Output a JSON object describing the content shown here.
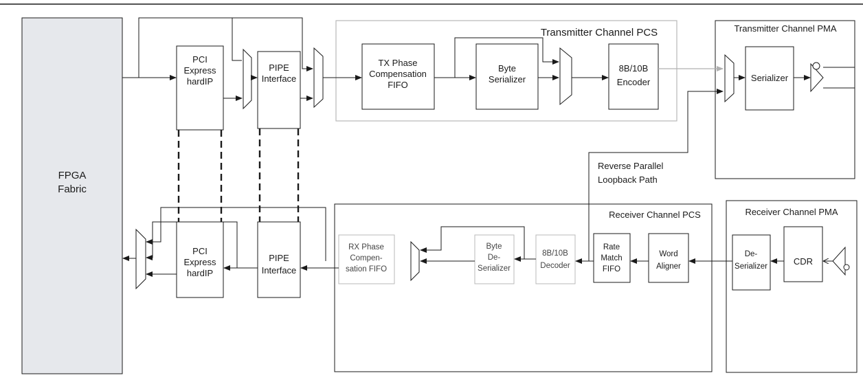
{
  "colors": {
    "fabric_fill": "#e6e8ec",
    "line": "#1a1a1a",
    "gray_block": "#b8b8b8",
    "loopback_gray": "#b0b0b0"
  },
  "fpga_fabric": {
    "line1": "FPGA",
    "line2": "Fabric"
  },
  "tx_pcs": {
    "title": "Transmitter Channel PCS"
  },
  "tx_pma": {
    "title": "Transmitter Channel PMA"
  },
  "rx_pcs": {
    "title": "Receiver Channel PCS"
  },
  "rx_pma": {
    "title": "Receiver Channel PMA"
  },
  "blocks": {
    "pci_tx": [
      "PCI",
      "Express",
      "hardIP"
    ],
    "pipe_tx": [
      "PIPE",
      "Interface"
    ],
    "tx_phase_fifo": [
      "TX Phase",
      "Compensation",
      "FIFO"
    ],
    "byte_serializer": [
      "Byte",
      "Serializer"
    ],
    "encoder": [
      "8B/10B",
      "Encoder"
    ],
    "serializer": [
      "Serializer"
    ],
    "pci_rx": [
      "PCI",
      "Express",
      "hardIP"
    ],
    "pipe_rx": [
      "PIPE",
      "Interface"
    ],
    "rx_phase_fifo": [
      "RX Phase",
      "Compen-",
      "sation FIFO"
    ],
    "byte_deserializer": [
      "Byte",
      "De-",
      "Serializer"
    ],
    "decoder": [
      "8B/10B",
      "Decoder"
    ],
    "rate_match": [
      "Rate",
      "Match",
      "FIFO"
    ],
    "word_aligner": [
      "Word",
      "Aligner"
    ],
    "deserializer": [
      "De-",
      "Serializer"
    ],
    "cdr": [
      "CDR"
    ]
  },
  "loopback": {
    "line1": "Reverse Parallel",
    "line2": "Loopback Path"
  }
}
